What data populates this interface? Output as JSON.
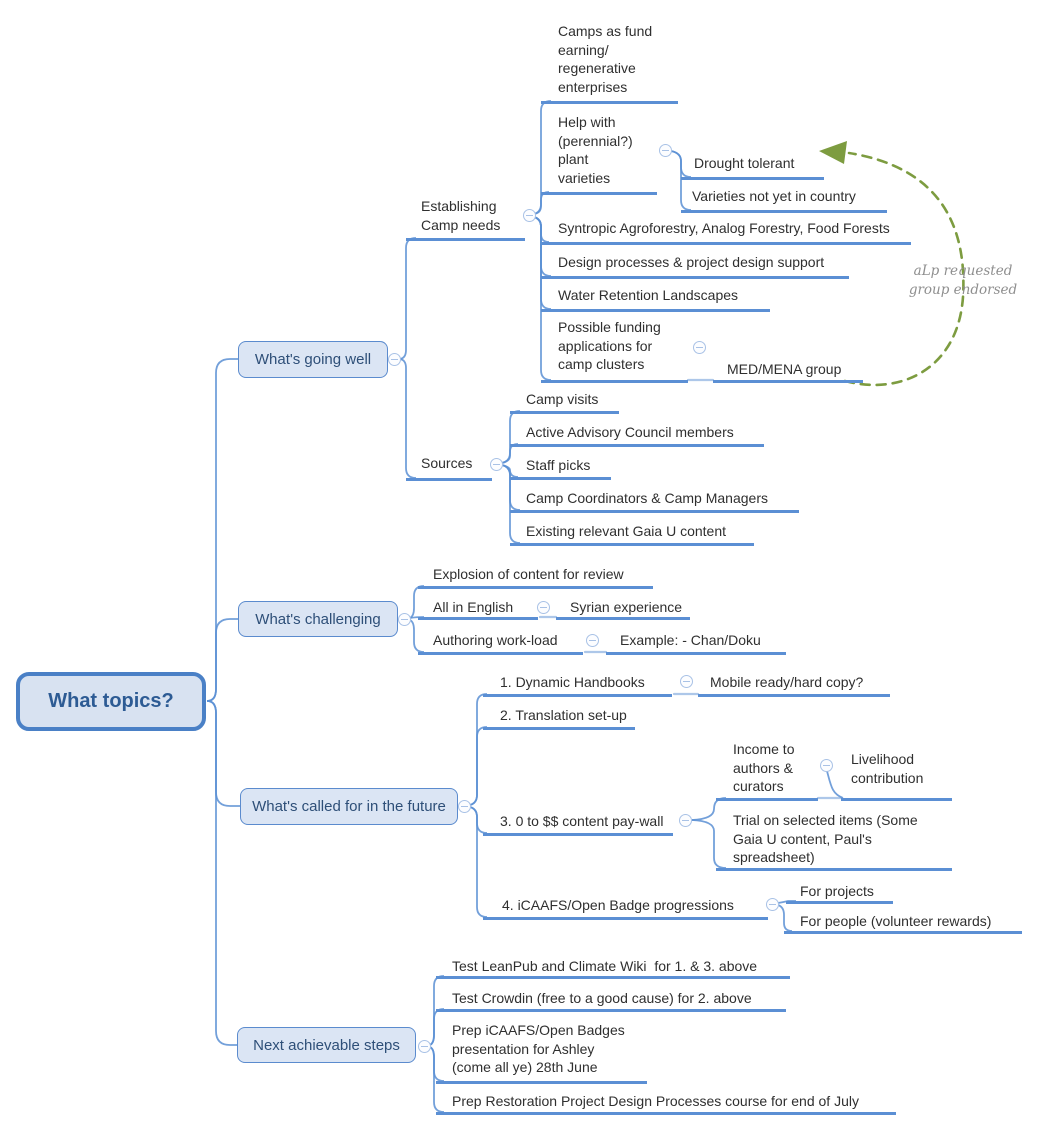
{
  "colors": {
    "branch": "#5b8fd4",
    "node_border": "#5b8bce",
    "node_fill": "#dbe5f4",
    "node_text": "#2e4f78",
    "central_border": "#4a80c6",
    "central_fill": "#d8e2f1",
    "central_text": "#2d5b94",
    "leaf_text": "#2f2f2f",
    "arrow": "#7d9c40",
    "note_text": "#8f8f8f",
    "icon": "#a9c2e6"
  },
  "icons": {
    "collapse": "minus-circle"
  },
  "annotation": {
    "text": "aLp requested\ngroup endorsed"
  },
  "mindmap": {
    "label": "What topics?",
    "children": [
      {
        "label": "What's going well",
        "children": [
          {
            "label": "Establishing\nCamp needs",
            "children": [
              {
                "label": "Camps as fund\nearning/\nregenerative\nenterprises"
              },
              {
                "label": "Help with\n(perennial?)\nplant\nvarieties",
                "children": [
                  {
                    "label": "Drought tolerant"
                  },
                  {
                    "label": "Varieties not yet in country"
                  }
                ]
              },
              {
                "label": "Syntropic Agroforestry, Analog Forestry, Food Forests"
              },
              {
                "label": "Design processes & project design support"
              },
              {
                "label": "Water Retention Landscapes"
              },
              {
                "label": "Possible funding\napplications for\ncamp clusters",
                "children": [
                  {
                    "label": "MED/MENA group"
                  }
                ]
              }
            ]
          },
          {
            "label": "Sources",
            "children": [
              {
                "label": "Camp visits"
              },
              {
                "label": "Active Advisory Council members"
              },
              {
                "label": "Staff picks"
              },
              {
                "label": "Camp Coordinators & Camp Managers"
              },
              {
                "label": "Existing relevant Gaia U content"
              }
            ]
          }
        ]
      },
      {
        "label": "What's challenging",
        "children": [
          {
            "label": "Explosion of content for review"
          },
          {
            "label": "All in English",
            "children": [
              {
                "label": "Syrian experience"
              }
            ]
          },
          {
            "label": "Authoring work-load",
            "children": [
              {
                "label": "Example: - Chan/Doku"
              }
            ]
          }
        ]
      },
      {
        "label": "What's called for in the future",
        "children": [
          {
            "label": "1. Dynamic Handbooks",
            "children": [
              {
                "label": "Mobile ready/hard copy?"
              }
            ]
          },
          {
            "label": "2. Translation set-up"
          },
          {
            "label": "3. 0 to $$ content pay-wall",
            "children": [
              {
                "label": "Income to\nauthors &\ncurators",
                "children": [
                  {
                    "label": "Livelihood\ncontribution"
                  }
                ]
              },
              {
                "label": "Trial on selected items (Some\nGaia U content, Paul's\nspreadsheet)"
              }
            ]
          },
          {
            "label": "4. iCAAFS/Open Badge progressions",
            "children": [
              {
                "label": "For projects"
              },
              {
                "label": "For people (volunteer rewards)"
              }
            ]
          }
        ]
      },
      {
        "label": "Next achievable steps",
        "children": [
          {
            "label": "Test LeanPub and Climate Wiki  for 1. & 3. above"
          },
          {
            "label": "Test Crowdin (free to a good cause) for 2. above"
          },
          {
            "label": "Prep iCAAFS/Open Badges\npresentation for Ashley\n(come all ye) 28th June"
          },
          {
            "label": "Prep Restoration Project Design Processes course for end of July"
          }
        ]
      }
    ]
  }
}
